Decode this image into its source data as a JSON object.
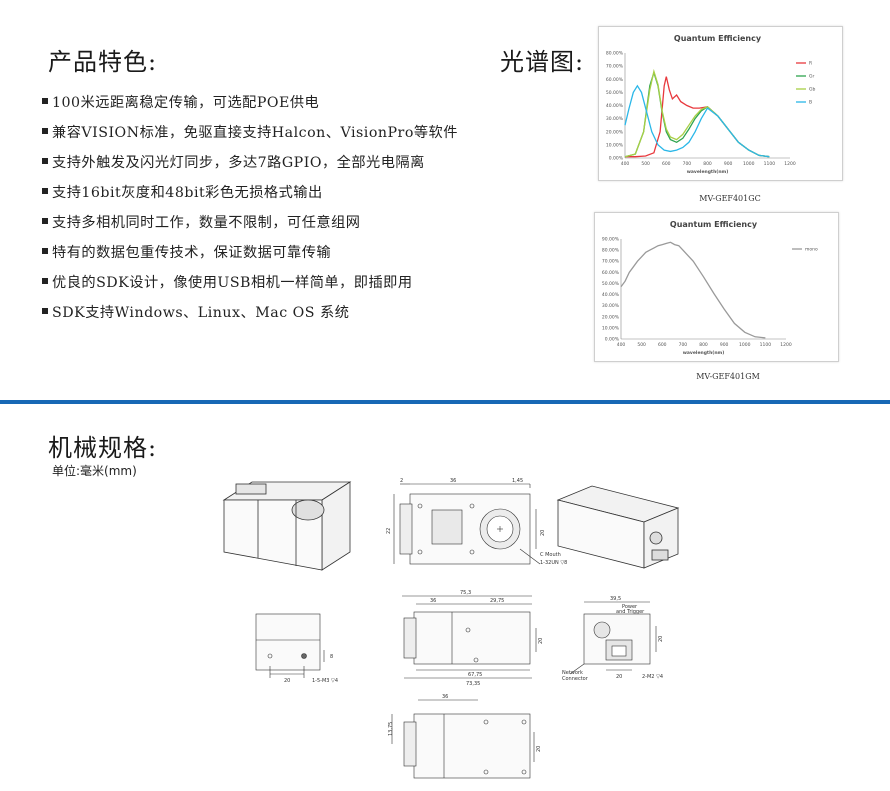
{
  "features": {
    "title": "产品特色:",
    "items": [
      "100米远距离稳定传输，可选配POE供电",
      "兼容VISION标准，免驱直接支持Halcon、VisionPro等软件",
      "支持外触发及闪光灯同步，多达7路GPIO，全部光电隔离",
      "支持16bit灰度和48bit彩色无损格式输出",
      "支持多相机同时工作，数量不限制，可任意组网",
      "特有的数据包重传技术，保证数据可靠传输",
      "优良的SDK设计，像使用USB相机一样简单，即插即用",
      "SDK支持Windows、Linux、Mac OS 系统"
    ]
  },
  "spectrum": {
    "title": "光谱图:",
    "color_caption": "MV-GEF401GC",
    "mono_caption": "MV-GEF401GM"
  },
  "mechanical": {
    "title": "机械规格:",
    "unit": "单位:毫米(mm)",
    "dims": {
      "top_2": "2",
      "top_36": "36",
      "top_145": "1,45",
      "side_22": "22",
      "side_20": "20",
      "mount_1": "C Mouth",
      "mount_2": "1-32UN ▽8",
      "w_753": "75,3",
      "w_36": "36",
      "w_2975": "29,75",
      "w_6775": "67,75",
      "w_7335": "73,35",
      "b_20": "20",
      "b_hole": "1-5-M3 ▽4",
      "b_8": "8",
      "r_395": "39,5",
      "r_pt_1": "Power",
      "r_pt_2": "and Trigger",
      "r_net_1": "Network",
      "r_net_2": "Connector",
      "r_20": "20",
      "r_m2": "2-M2 ▽4",
      "l_36": "36",
      "l_1375": "13,75",
      "l_20": "20"
    }
  },
  "chart_data": [
    {
      "type": "line",
      "title": "Quantum Efficiency",
      "xlabel": "wavelength(nm)",
      "ylabel": "",
      "xlim": [
        400,
        1200
      ],
      "ylim": [
        0,
        0.8
      ],
      "xticks": [
        400,
        500,
        600,
        700,
        800,
        900,
        1000,
        1100,
        1200
      ],
      "yticks": [
        "0.00%",
        "10.00%",
        "20.00%",
        "30.00%",
        "40.00%",
        "50.00%",
        "60.00%",
        "70.00%",
        "80.00%"
      ],
      "legend_position": "right",
      "grid": false,
      "series": [
        {
          "name": "R",
          "color": "#e8383d",
          "x": [
            400,
            450,
            500,
            540,
            570,
            590,
            600,
            615,
            630,
            650,
            670,
            700,
            730,
            760,
            800,
            850,
            900,
            950,
            1000,
            1050,
            1100
          ],
          "y": [
            0.01,
            0.01,
            0.015,
            0.04,
            0.2,
            0.55,
            0.62,
            0.52,
            0.45,
            0.48,
            0.43,
            0.4,
            0.38,
            0.38,
            0.39,
            0.32,
            0.22,
            0.12,
            0.06,
            0.02,
            0.01
          ]
        },
        {
          "name": "Gr",
          "color": "#2ea44f",
          "x": [
            400,
            450,
            490,
            520,
            540,
            560,
            580,
            600,
            620,
            650,
            680,
            710,
            740,
            770,
            800,
            850,
            900,
            950,
            1000,
            1050,
            1100
          ],
          "y": [
            0.01,
            0.03,
            0.2,
            0.55,
            0.65,
            0.55,
            0.35,
            0.2,
            0.14,
            0.12,
            0.15,
            0.22,
            0.3,
            0.36,
            0.39,
            0.32,
            0.22,
            0.12,
            0.06,
            0.02,
            0.01
          ]
        },
        {
          "name": "Gb",
          "color": "#a8cf45",
          "x": [
            400,
            450,
            490,
            520,
            540,
            560,
            580,
            600,
            620,
            650,
            680,
            710,
            740,
            770,
            800,
            850,
            900,
            950,
            1000,
            1050,
            1100
          ],
          "y": [
            0.01,
            0.03,
            0.2,
            0.52,
            0.66,
            0.56,
            0.36,
            0.22,
            0.16,
            0.14,
            0.18,
            0.25,
            0.32,
            0.37,
            0.39,
            0.32,
            0.22,
            0.12,
            0.06,
            0.02,
            0.01
          ]
        },
        {
          "name": "B",
          "color": "#2ab7e8",
          "x": [
            400,
            420,
            440,
            460,
            480,
            500,
            530,
            560,
            590,
            620,
            650,
            680,
            710,
            740,
            770,
            800,
            850,
            900,
            950,
            1000,
            1050,
            1100
          ],
          "y": [
            0.25,
            0.38,
            0.5,
            0.55,
            0.5,
            0.38,
            0.2,
            0.1,
            0.06,
            0.05,
            0.06,
            0.08,
            0.12,
            0.2,
            0.3,
            0.38,
            0.32,
            0.22,
            0.12,
            0.06,
            0.02,
            0.01
          ]
        }
      ]
    },
    {
      "type": "line",
      "title": "Quantum Efficiency",
      "xlabel": "wavelength(nm)",
      "ylabel": "",
      "xlim": [
        400,
        1200
      ],
      "ylim": [
        0,
        0.9
      ],
      "xticks": [
        400,
        500,
        600,
        700,
        800,
        900,
        1000,
        1100,
        1200
      ],
      "yticks": [
        "0.00%",
        "10.00%",
        "20.00%",
        "30.00%",
        "40.00%",
        "50.00%",
        "60.00%",
        "70.00%",
        "80.00%",
        "90.00%"
      ],
      "legend_position": "right",
      "grid": false,
      "series": [
        {
          "name": "mono",
          "color": "#9a9a9a",
          "x": [
            400,
            420,
            440,
            460,
            480,
            500,
            520,
            540,
            560,
            580,
            600,
            620,
            640,
            660,
            680,
            700,
            750,
            800,
            850,
            900,
            950,
            1000,
            1050,
            1100
          ],
          "y": [
            0.47,
            0.52,
            0.6,
            0.65,
            0.7,
            0.74,
            0.78,
            0.8,
            0.82,
            0.84,
            0.85,
            0.86,
            0.87,
            0.85,
            0.84,
            0.8,
            0.7,
            0.56,
            0.41,
            0.27,
            0.14,
            0.06,
            0.02,
            0.01
          ]
        }
      ]
    }
  ]
}
